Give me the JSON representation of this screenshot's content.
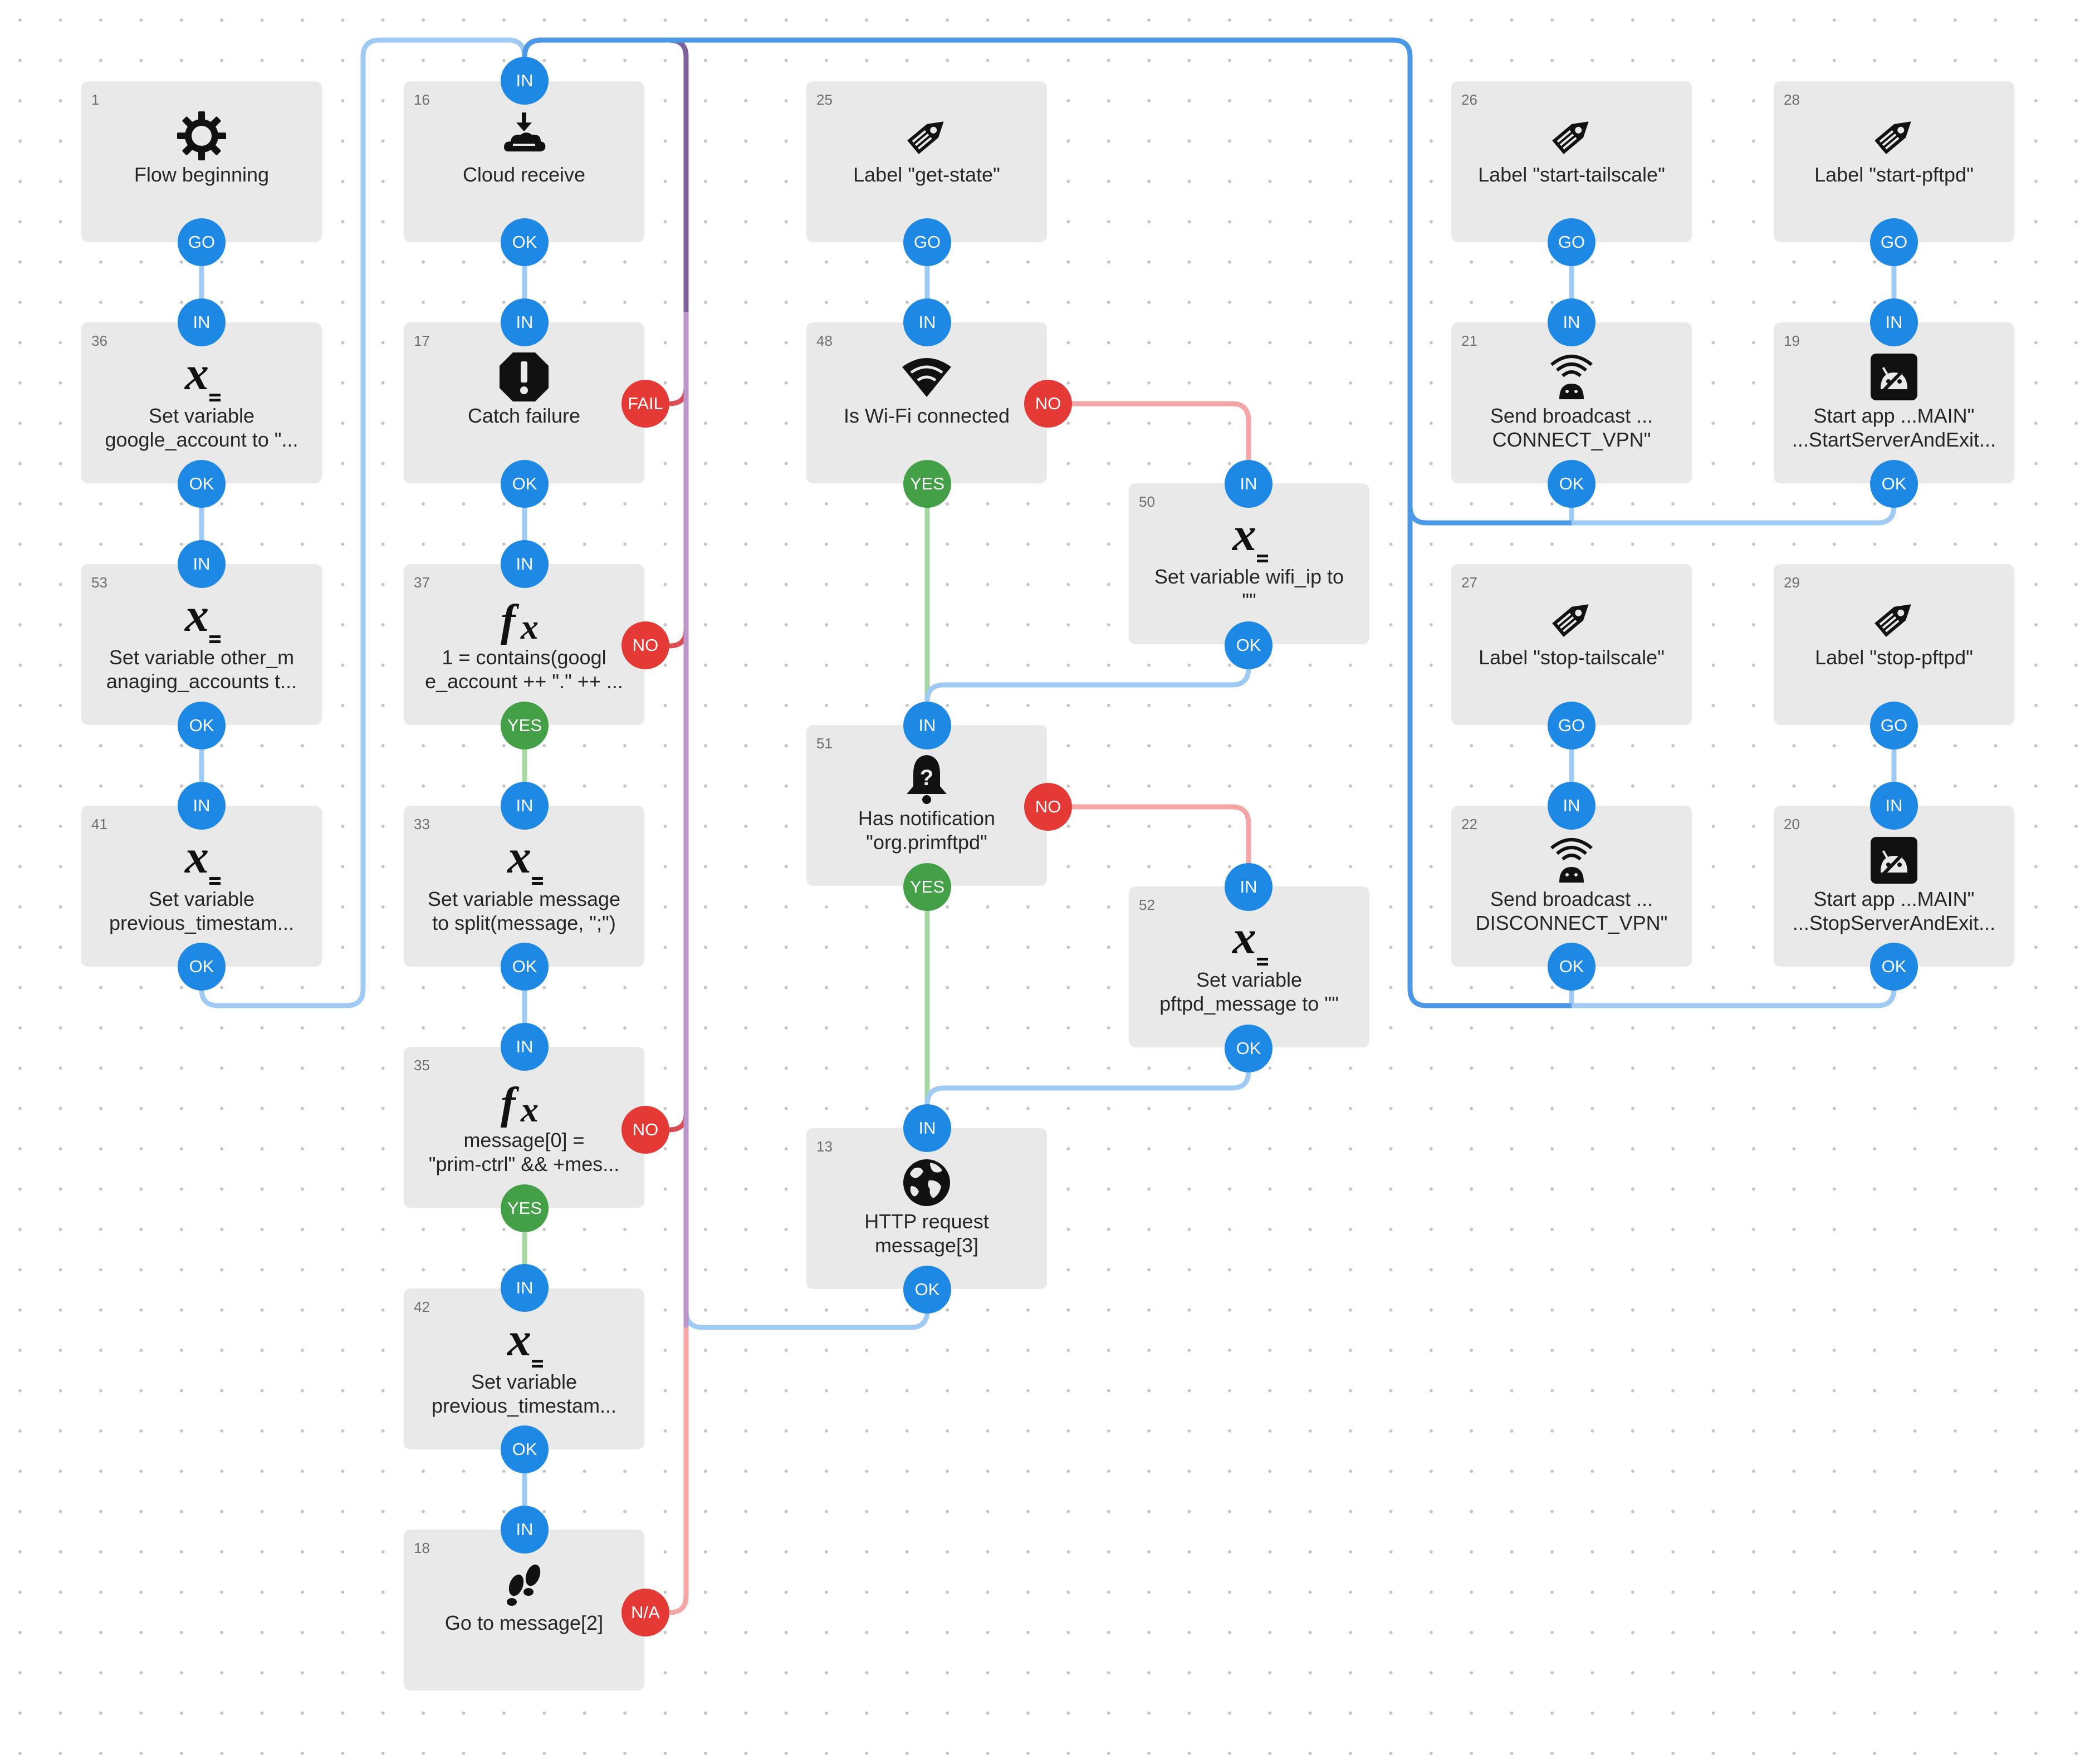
{
  "colors": {
    "background": "#ffffff",
    "block_fill": "#e9e9e9",
    "port_blue": "#1e88e5",
    "port_red": "#e53935",
    "port_green": "#43a047",
    "wire_blue": "#9ecaf3",
    "wire_blue_strong": "#4a98e6",
    "wire_red_light": "#f4a5a5",
    "wire_red": "#db4d54",
    "wire_purple": "#7f5f9e",
    "wire_purple_light": "#b997cb",
    "wire_green_light": "#a8d8a1"
  },
  "blocks": [
    {
      "id": "1",
      "number": "1",
      "icon": "gear-icon",
      "label": [
        "Flow beginning"
      ]
    },
    {
      "id": "36",
      "number": "36",
      "icon": "variable-icon",
      "label": [
        "Set variable",
        "google_account to \"..."
      ]
    },
    {
      "id": "53",
      "number": "53",
      "icon": "variable-icon",
      "label": [
        "Set variable other_m",
        "anaging_accounts t..."
      ]
    },
    {
      "id": "41",
      "number": "41",
      "icon": "variable-icon",
      "label": [
        "Set variable",
        "previous_timestam..."
      ]
    },
    {
      "id": "16",
      "number": "16",
      "icon": "cloud-receive-icon",
      "label": [
        "Cloud receive"
      ]
    },
    {
      "id": "17",
      "number": "17",
      "icon": "catch-failure-icon",
      "label": [
        "Catch failure"
      ]
    },
    {
      "id": "37",
      "number": "37",
      "icon": "expression-icon",
      "label": [
        "1 = contains(googl",
        "e_account ++ \".\" ++ ..."
      ]
    },
    {
      "id": "33",
      "number": "33",
      "icon": "variable-icon",
      "label": [
        "Set variable message",
        "to split(message, \";\")"
      ]
    },
    {
      "id": "35",
      "number": "35",
      "icon": "expression-icon",
      "label": [
        "message[0] =",
        "\"prim-ctrl\" && +mes..."
      ]
    },
    {
      "id": "42",
      "number": "42",
      "icon": "variable-icon",
      "label": [
        "Set variable",
        "previous_timestam..."
      ]
    },
    {
      "id": "18",
      "number": "18",
      "icon": "footsteps-icon",
      "label": [
        "Go to message[2]"
      ]
    },
    {
      "id": "25",
      "number": "25",
      "icon": "label-tag-icon",
      "label": [
        "Label \"get-state\""
      ]
    },
    {
      "id": "48",
      "number": "48",
      "icon": "wifi-icon",
      "label": [
        "Is Wi-Fi connected"
      ]
    },
    {
      "id": "50",
      "number": "50",
      "icon": "variable-icon",
      "label": [
        "Set variable wifi_ip to",
        "\"\""
      ]
    },
    {
      "id": "51",
      "number": "51",
      "icon": "notification-bell-icon",
      "label": [
        "Has notification",
        "\"org.primftpd\""
      ]
    },
    {
      "id": "52",
      "number": "52",
      "icon": "variable-icon",
      "label": [
        "Set variable",
        "pftpd_message to \"\""
      ]
    },
    {
      "id": "13",
      "number": "13",
      "icon": "globe-icon",
      "label": [
        "HTTP request",
        "message[3]"
      ]
    },
    {
      "id": "26",
      "number": "26",
      "icon": "label-tag-icon",
      "label": [
        "Label \"start-tailscale\""
      ]
    },
    {
      "id": "21",
      "number": "21",
      "icon": "broadcast-icon",
      "label": [
        "Send broadcast ...",
        "CONNECT_VPN\""
      ]
    },
    {
      "id": "27",
      "number": "27",
      "icon": "label-tag-icon",
      "label": [
        "Label \"stop-tailscale\""
      ]
    },
    {
      "id": "22",
      "number": "22",
      "icon": "broadcast-icon",
      "label": [
        "Send broadcast ...",
        "DISCONNECT_VPN\""
      ]
    },
    {
      "id": "28",
      "number": "28",
      "icon": "label-tag-icon",
      "label": [
        "Label \"start-pftpd\""
      ]
    },
    {
      "id": "19",
      "number": "19",
      "icon": "android-app-icon",
      "label": [
        "Start app ...MAIN\"",
        "...StartServerAndExit..."
      ]
    },
    {
      "id": "29",
      "number": "29",
      "icon": "label-tag-icon",
      "label": [
        "Label \"stop-pftpd\""
      ]
    },
    {
      "id": "20",
      "number": "20",
      "icon": "android-app-icon",
      "label": [
        "Start app ...MAIN\"",
        "...StopServerAndExit..."
      ]
    }
  ],
  "ports": [
    {
      "block": "1",
      "side": "bottom",
      "text": "GO",
      "kind": "blue"
    },
    {
      "block": "36",
      "side": "top",
      "text": "IN",
      "kind": "blue"
    },
    {
      "block": "36",
      "side": "bottom",
      "text": "OK",
      "kind": "blue"
    },
    {
      "block": "53",
      "side": "top",
      "text": "IN",
      "kind": "blue"
    },
    {
      "block": "53",
      "side": "bottom",
      "text": "OK",
      "kind": "blue"
    },
    {
      "block": "41",
      "side": "top",
      "text": "IN",
      "kind": "blue"
    },
    {
      "block": "41",
      "side": "bottom",
      "text": "OK",
      "kind": "blue"
    },
    {
      "block": "16",
      "side": "top",
      "text": "IN",
      "kind": "blue"
    },
    {
      "block": "16",
      "side": "bottom",
      "text": "OK",
      "kind": "blue"
    },
    {
      "block": "17",
      "side": "top",
      "text": "IN",
      "kind": "blue"
    },
    {
      "block": "17",
      "side": "right",
      "text": "FAIL",
      "kind": "red"
    },
    {
      "block": "17",
      "side": "bottom",
      "text": "OK",
      "kind": "blue"
    },
    {
      "block": "37",
      "side": "top",
      "text": "IN",
      "kind": "blue"
    },
    {
      "block": "37",
      "side": "right",
      "text": "NO",
      "kind": "red"
    },
    {
      "block": "37",
      "side": "bottom",
      "text": "YES",
      "kind": "green"
    },
    {
      "block": "33",
      "side": "top",
      "text": "IN",
      "kind": "blue"
    },
    {
      "block": "33",
      "side": "bottom",
      "text": "OK",
      "kind": "blue"
    },
    {
      "block": "35",
      "side": "top",
      "text": "IN",
      "kind": "blue"
    },
    {
      "block": "35",
      "side": "right",
      "text": "NO",
      "kind": "red"
    },
    {
      "block": "35",
      "side": "bottom",
      "text": "YES",
      "kind": "green"
    },
    {
      "block": "42",
      "side": "top",
      "text": "IN",
      "kind": "blue"
    },
    {
      "block": "42",
      "side": "bottom",
      "text": "OK",
      "kind": "blue"
    },
    {
      "block": "18",
      "side": "top",
      "text": "IN",
      "kind": "blue"
    },
    {
      "block": "18",
      "side": "right",
      "text": "N/A",
      "kind": "red"
    },
    {
      "block": "25",
      "side": "bottom",
      "text": "GO",
      "kind": "blue"
    },
    {
      "block": "48",
      "side": "top",
      "text": "IN",
      "kind": "blue"
    },
    {
      "block": "48",
      "side": "right",
      "text": "NO",
      "kind": "red"
    },
    {
      "block": "48",
      "side": "bottom",
      "text": "YES",
      "kind": "green"
    },
    {
      "block": "50",
      "side": "top",
      "text": "IN",
      "kind": "blue"
    },
    {
      "block": "50",
      "side": "bottom",
      "text": "OK",
      "kind": "blue"
    },
    {
      "block": "51",
      "side": "top",
      "text": "IN",
      "kind": "blue"
    },
    {
      "block": "51",
      "side": "right",
      "text": "NO",
      "kind": "red"
    },
    {
      "block": "51",
      "side": "bottom",
      "text": "YES",
      "kind": "green"
    },
    {
      "block": "52",
      "side": "top",
      "text": "IN",
      "kind": "blue"
    },
    {
      "block": "52",
      "side": "bottom",
      "text": "OK",
      "kind": "blue"
    },
    {
      "block": "13",
      "side": "top",
      "text": "IN",
      "kind": "blue"
    },
    {
      "block": "13",
      "side": "bottom",
      "text": "OK",
      "kind": "blue"
    },
    {
      "block": "26",
      "side": "bottom",
      "text": "GO",
      "kind": "blue"
    },
    {
      "block": "21",
      "side": "top",
      "text": "IN",
      "kind": "blue"
    },
    {
      "block": "21",
      "side": "bottom",
      "text": "OK",
      "kind": "blue"
    },
    {
      "block": "27",
      "side": "bottom",
      "text": "GO",
      "kind": "blue"
    },
    {
      "block": "22",
      "side": "top",
      "text": "IN",
      "kind": "blue"
    },
    {
      "block": "22",
      "side": "bottom",
      "text": "OK",
      "kind": "blue"
    },
    {
      "block": "28",
      "side": "bottom",
      "text": "GO",
      "kind": "blue"
    },
    {
      "block": "19",
      "side": "top",
      "text": "IN",
      "kind": "blue"
    },
    {
      "block": "19",
      "side": "bottom",
      "text": "OK",
      "kind": "blue"
    },
    {
      "block": "29",
      "side": "bottom",
      "text": "GO",
      "kind": "blue"
    },
    {
      "block": "20",
      "side": "top",
      "text": "IN",
      "kind": "blue"
    },
    {
      "block": "20",
      "side": "bottom",
      "text": "OK",
      "kind": "blue"
    }
  ],
  "connections": [
    {
      "from": "1.GO",
      "to": "36.IN",
      "style": "blue"
    },
    {
      "from": "36.OK",
      "to": "53.IN",
      "style": "blue"
    },
    {
      "from": "53.OK",
      "to": "41.IN",
      "style": "blue"
    },
    {
      "from": "41.OK",
      "to": "16.IN",
      "style": "blue"
    },
    {
      "from": "16.OK",
      "to": "17.IN",
      "style": "blue"
    },
    {
      "from": "17.OK",
      "to": "37.IN",
      "style": "blue"
    },
    {
      "from": "37.YES",
      "to": "33.IN",
      "style": "green"
    },
    {
      "from": "33.OK",
      "to": "35.IN",
      "style": "blue"
    },
    {
      "from": "35.YES",
      "to": "42.IN",
      "style": "green"
    },
    {
      "from": "42.OK",
      "to": "18.IN",
      "style": "blue"
    },
    {
      "from": "17.FAIL",
      "to": "16.IN",
      "style": "red"
    },
    {
      "from": "37.NO",
      "to": "16.IN",
      "style": "red"
    },
    {
      "from": "35.NO",
      "to": "16.IN",
      "style": "red"
    },
    {
      "from": "18.N/A",
      "to": "16.IN",
      "style": "red"
    },
    {
      "from": "13.OK",
      "to": "16.IN",
      "style": "blue"
    },
    {
      "from": "25.GO",
      "to": "48.IN",
      "style": "blue"
    },
    {
      "from": "48.NO",
      "to": "50.IN",
      "style": "red"
    },
    {
      "from": "48.YES",
      "to": "51.IN",
      "style": "green"
    },
    {
      "from": "50.OK",
      "to": "51.IN",
      "style": "blue"
    },
    {
      "from": "51.NO",
      "to": "52.IN",
      "style": "red"
    },
    {
      "from": "51.YES",
      "to": "13.IN",
      "style": "green"
    },
    {
      "from": "52.OK",
      "to": "13.IN",
      "style": "blue"
    },
    {
      "from": "26.GO",
      "to": "21.IN",
      "style": "blue"
    },
    {
      "from": "27.GO",
      "to": "22.IN",
      "style": "blue"
    },
    {
      "from": "28.GO",
      "to": "19.IN",
      "style": "blue"
    },
    {
      "from": "29.GO",
      "to": "20.IN",
      "style": "blue"
    },
    {
      "from": "21.OK",
      "to": "16.IN",
      "style": "blue"
    },
    {
      "from": "19.OK",
      "to": "16.IN",
      "style": "blue"
    },
    {
      "from": "22.OK",
      "to": "16.IN",
      "style": "blue"
    },
    {
      "from": "20.OK",
      "to": "16.IN",
      "style": "blue"
    }
  ]
}
